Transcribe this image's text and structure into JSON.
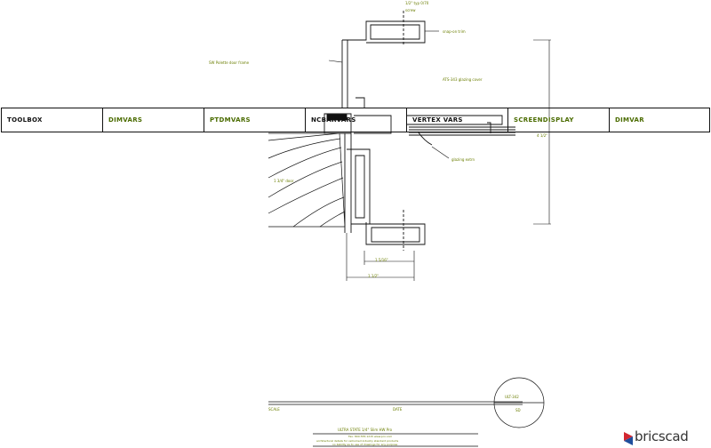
{
  "toolbar": {
    "buttons": [
      {
        "label": "TOOLBOX"
      },
      {
        "label": "DIMVARS"
      },
      {
        "label": "PTDMVARS"
      },
      {
        "label": "NCBARVARS"
      },
      {
        "label": "VERTEX VARS"
      },
      {
        "label": "SCREENDISPLAY"
      },
      {
        "label": "DIMVAR"
      }
    ]
  },
  "annotations": {
    "top_right_1": "1/2\" typ 0/70",
    "top_right_2": "screw",
    "snapon_trim": "snap-on trim",
    "frame_label": "SW Polette door frame",
    "glazing_cover": "ATS-343 glazing cover",
    "glazing_ext": "glazing extrn",
    "door_label": "1 3/4\" door",
    "right_dim": "4 1/2\"",
    "dim_1": "1 5/16\"",
    "dim_2": "1 1/2\""
  },
  "title_block": {
    "callout_ref": "ULT-342",
    "callout_sheet": "SD",
    "scale_label": "SCALE",
    "date_label": "DATE",
    "title": "ULTRA STATE 1/4\" Slim HW Pro",
    "line_1": "Fax: 800.555.1215 www.pro.com",
    "line_2": "architectural details for vetrumed industry standard products",
    "line_3": "no liability as to use of drawings for any purpose"
  },
  "logo": {
    "text": "bricscad"
  },
  "colors": {
    "line": "#111111",
    "note": "#6a7d00",
    "logo_red": "#d22630",
    "logo_blue": "#1f4e9c",
    "logo_dark": "#333333"
  }
}
